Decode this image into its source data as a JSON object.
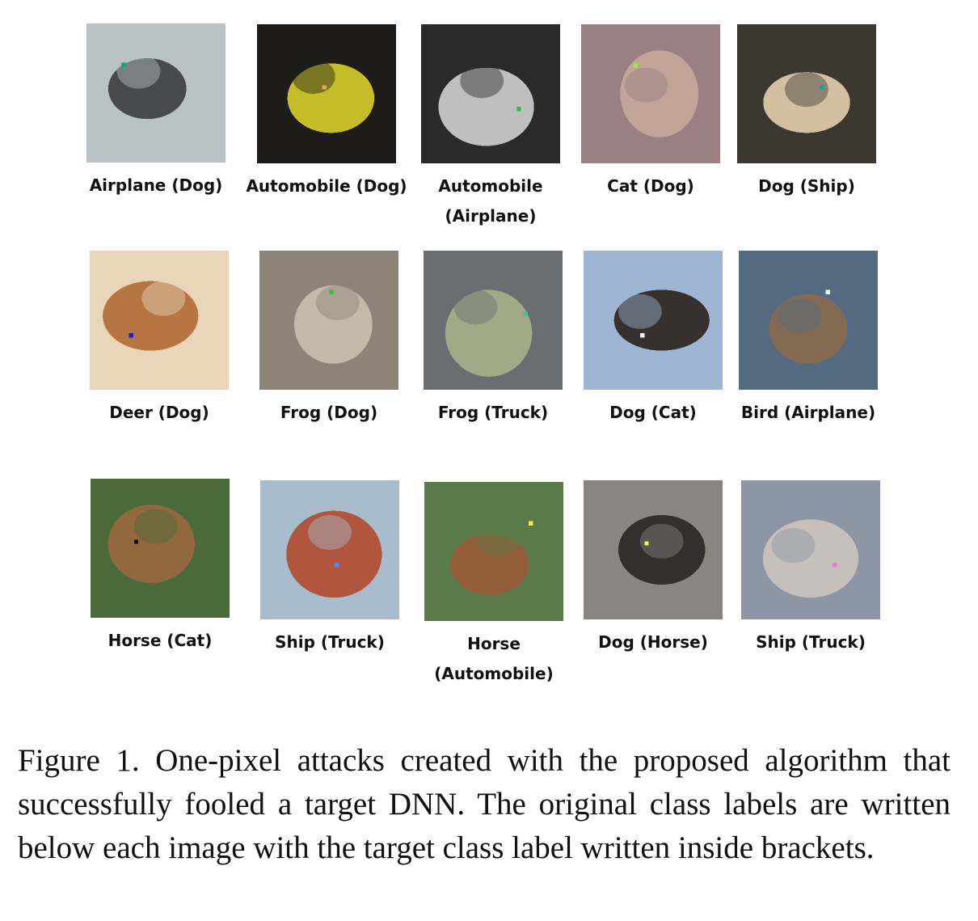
{
  "figure": {
    "items": [
      {
        "label": "Airplane (Dog)",
        "bg": "#b9c3c7",
        "fg": "#3a3d3e",
        "pixel": "#1aa07a"
      },
      {
        "label": "Automobile (Dog)",
        "bg": "#1d1c1a",
        "fg": "#d8cf2a",
        "pixel": "#f0a060"
      },
      {
        "label": "Automobile (Airplane)",
        "bg": "#2a2a2a",
        "fg": "#cfcfcf",
        "pixel": "#22c040"
      },
      {
        "label": "Cat (Dog)",
        "bg": "#9a7f83",
        "fg": "#c8a99a",
        "pixel": "#8ef040"
      },
      {
        "label": "Dog (Ship)",
        "bg": "#3c3830",
        "fg": "#e3cfb0",
        "pixel": "#10a0a0"
      },
      {
        "label": "Deer (Dog)",
        "bg": "#e9d6b8",
        "fg": "#b06a35",
        "pixel": "#2020c0"
      },
      {
        "label": "Frog (Dog)",
        "bg": "#8e8378",
        "fg": "#cdbfae",
        "pixel": "#20d030"
      },
      {
        "label": "Frog (Truck)",
        "bg": "#6b6e70",
        "fg": "#a7b08a",
        "pixel": "#40c0a0"
      },
      {
        "label": "Dog (Cat)",
        "bg": "#9eb6d2",
        "fg": "#2a221c",
        "pixel": "#f0f0f0"
      },
      {
        "label": "Bird (Airplane)",
        "bg": "#546a80",
        "fg": "#8a6a4c",
        "pixel": "#e8ffe8"
      },
      {
        "label": "Horse (Cat)",
        "bg": "#4a6a3a",
        "fg": "#9a6840",
        "pixel": "#111111"
      },
      {
        "label": "Ship (Truck)",
        "bg": "#a8bccc",
        "fg": "#b04a30",
        "pixel": "#6080f0"
      },
      {
        "label": "Horse (Automobile)",
        "bg": "#5a7a4a",
        "fg": "#9a5a38",
        "pixel": "#f0f040"
      },
      {
        "label": "Dog (Horse)",
        "bg": "#8a857e",
        "fg": "#2a2624",
        "pixel": "#f0f060"
      },
      {
        "label": "Ship (Truck)",
        "bg": "#8c96a4",
        "fg": "#cdc4bd",
        "pixel": "#e080d0"
      }
    ]
  },
  "caption": "Figure 1. One-pixel attacks created with the proposed algorithm that successfully fooled a target DNN. The original class labels are written below each image with the target class label written inside brackets."
}
